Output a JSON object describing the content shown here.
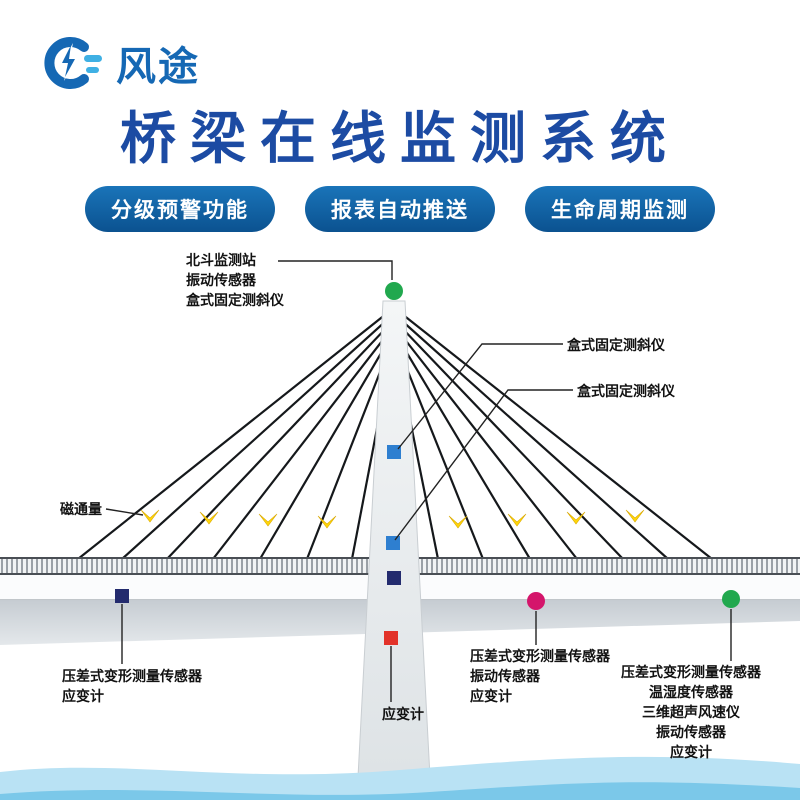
{
  "brand": {
    "name": "风途"
  },
  "title": "桥梁在线监测系统",
  "badges": [
    "分级预警功能",
    "报表自动推送",
    "生命周期监测"
  ],
  "colors": {
    "title_blue": "#1c4ba3",
    "badge_blue": "#0f5fa8",
    "logo_blue": "#1568b4",
    "cable_black": "#15181b",
    "arrow_yellow": "#ffd60a",
    "tower_gray": "#e9edef",
    "water_light": "#b9e2f4",
    "water_mid": "#7bc8e9",
    "marker_green": "#21a84e",
    "marker_blue": "#2e7fd0",
    "marker_navy": "#232b6e",
    "marker_red": "#e23229",
    "marker_magenta": "#d4156b"
  },
  "annotations": {
    "tower_top": {
      "lines": [
        "北斗监测站",
        "振动传感器",
        "盒式固定测斜仪"
      ]
    },
    "inclinometer_upper": "盒式固定测斜仪",
    "inclinometer_lower": "盒式固定测斜仪",
    "magnetic_flux": "磁通量",
    "deck_left": {
      "lines": [
        "压差式变形测量传感器",
        "应变计"
      ]
    },
    "strain_gauge": "应变计",
    "deck_right": {
      "lines": [
        "压差式变形测量传感器",
        "振动传感器",
        "应变计"
      ]
    },
    "deck_far_right": {
      "lines": [
        "压差式变形测量传感器",
        "温湿度传感器",
        "三维超声风速仪",
        "振动传感器",
        "应变计"
      ]
    }
  }
}
